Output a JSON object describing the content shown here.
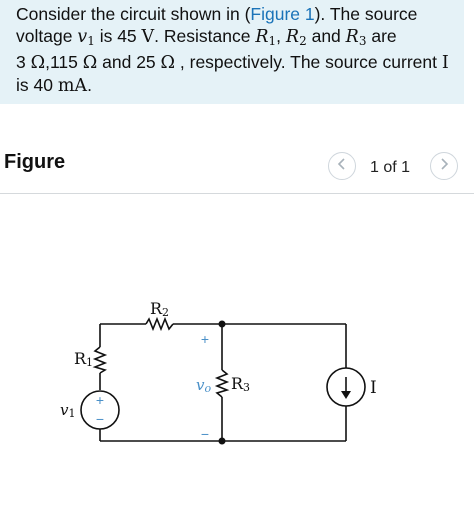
{
  "problem": {
    "line1_prefix": "Consider the circuit shown in (",
    "line1_link": "Figure 1",
    "line1_suffix": "). The source",
    "line2_a": "voltage ",
    "line2_var": "v",
    "line2_sub": "1",
    "line2_b": " is 45 ",
    "line2_unit": "V",
    "line2_c": ". Resistance ",
    "r1": "R",
    "r1_sub": "1",
    "r2": "R",
    "r2_sub": "2",
    "line2_and": " and ",
    "r3": "R",
    "r3_sub": "3",
    "line2_d": " are",
    "line3_a": "3 ",
    "omega": "Ω",
    "line3_b": ",115 ",
    "line3_c": " and 25 ",
    "line3_d": " , respectively. The source current ",
    "line3_I": "I",
    "line4_a": "is 40 ",
    "line4_unit": "mA",
    "line4_end": "."
  },
  "figure": {
    "heading": "Figure",
    "pager_text": "1 of 1",
    "prev_icon": "chevron-left-icon",
    "next_icon": "chevron-right-icon",
    "labels": {
      "r1": "R",
      "r1_sub": "1",
      "r2": "R",
      "r2_sub": "2",
      "r3": "R",
      "r3_sub": "3",
      "v1": "v",
      "v1_sub": "1",
      "vo": "v",
      "vo_sub": "o",
      "plus": "+",
      "minus": "−",
      "current": "I"
    }
  },
  "colors": {
    "panel_bg": "#e5f2f7",
    "link": "#1a73b8",
    "polarity": "#4a90c8"
  }
}
